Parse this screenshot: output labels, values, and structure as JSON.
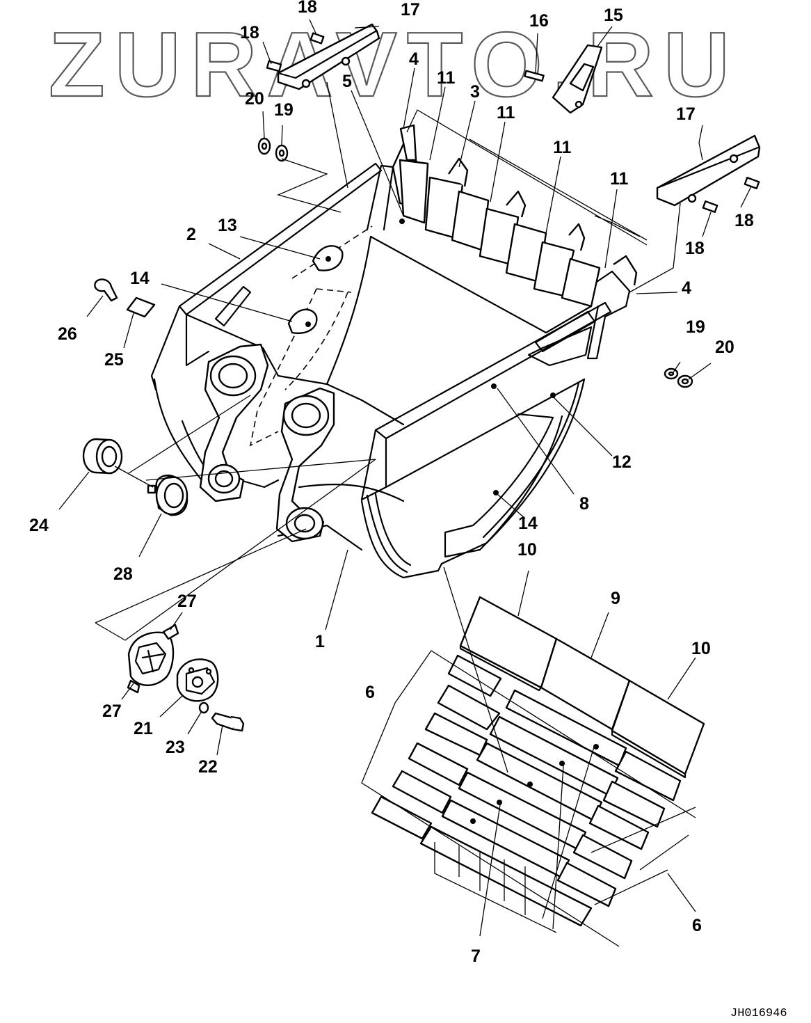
{
  "watermark": "ZURAVTO.RU",
  "drawing_code": "JH016946",
  "callouts": [
    {
      "id": "c1",
      "text": "1"
    },
    {
      "id": "c2",
      "text": "2"
    },
    {
      "id": "c3",
      "text": "3"
    },
    {
      "id": "c4a",
      "text": "4"
    },
    {
      "id": "c4b",
      "text": "4"
    },
    {
      "id": "c5",
      "text": "5"
    },
    {
      "id": "c6a",
      "text": "6"
    },
    {
      "id": "c6b",
      "text": "6"
    },
    {
      "id": "c7",
      "text": "7"
    },
    {
      "id": "c8",
      "text": "8"
    },
    {
      "id": "c9",
      "text": "9"
    },
    {
      "id": "c10a",
      "text": "10"
    },
    {
      "id": "c10b",
      "text": "10"
    },
    {
      "id": "c11a",
      "text": "11"
    },
    {
      "id": "c11b",
      "text": "11"
    },
    {
      "id": "c11c",
      "text": "11"
    },
    {
      "id": "c11d",
      "text": "11"
    },
    {
      "id": "c12",
      "text": "12"
    },
    {
      "id": "c13",
      "text": "13"
    },
    {
      "id": "c14a",
      "text": "14"
    },
    {
      "id": "c14b",
      "text": "14"
    },
    {
      "id": "c15",
      "text": "15"
    },
    {
      "id": "c16",
      "text": "16"
    },
    {
      "id": "c17a",
      "text": "17"
    },
    {
      "id": "c17b",
      "text": "17"
    },
    {
      "id": "c18a",
      "text": "18"
    },
    {
      "id": "c18b",
      "text": "18"
    },
    {
      "id": "c18c",
      "text": "18"
    },
    {
      "id": "c18d",
      "text": "18"
    },
    {
      "id": "c19a",
      "text": "19"
    },
    {
      "id": "c19b",
      "text": "19"
    },
    {
      "id": "c20a",
      "text": "20"
    },
    {
      "id": "c20b",
      "text": "20"
    },
    {
      "id": "c21",
      "text": "21"
    },
    {
      "id": "c22",
      "text": "22"
    },
    {
      "id": "c23",
      "text": "23"
    },
    {
      "id": "c24",
      "text": "24"
    },
    {
      "id": "c25",
      "text": "25"
    },
    {
      "id": "c26",
      "text": "26"
    },
    {
      "id": "c27a",
      "text": "27"
    },
    {
      "id": "c27b",
      "text": "27"
    },
    {
      "id": "c28",
      "text": "28"
    }
  ]
}
